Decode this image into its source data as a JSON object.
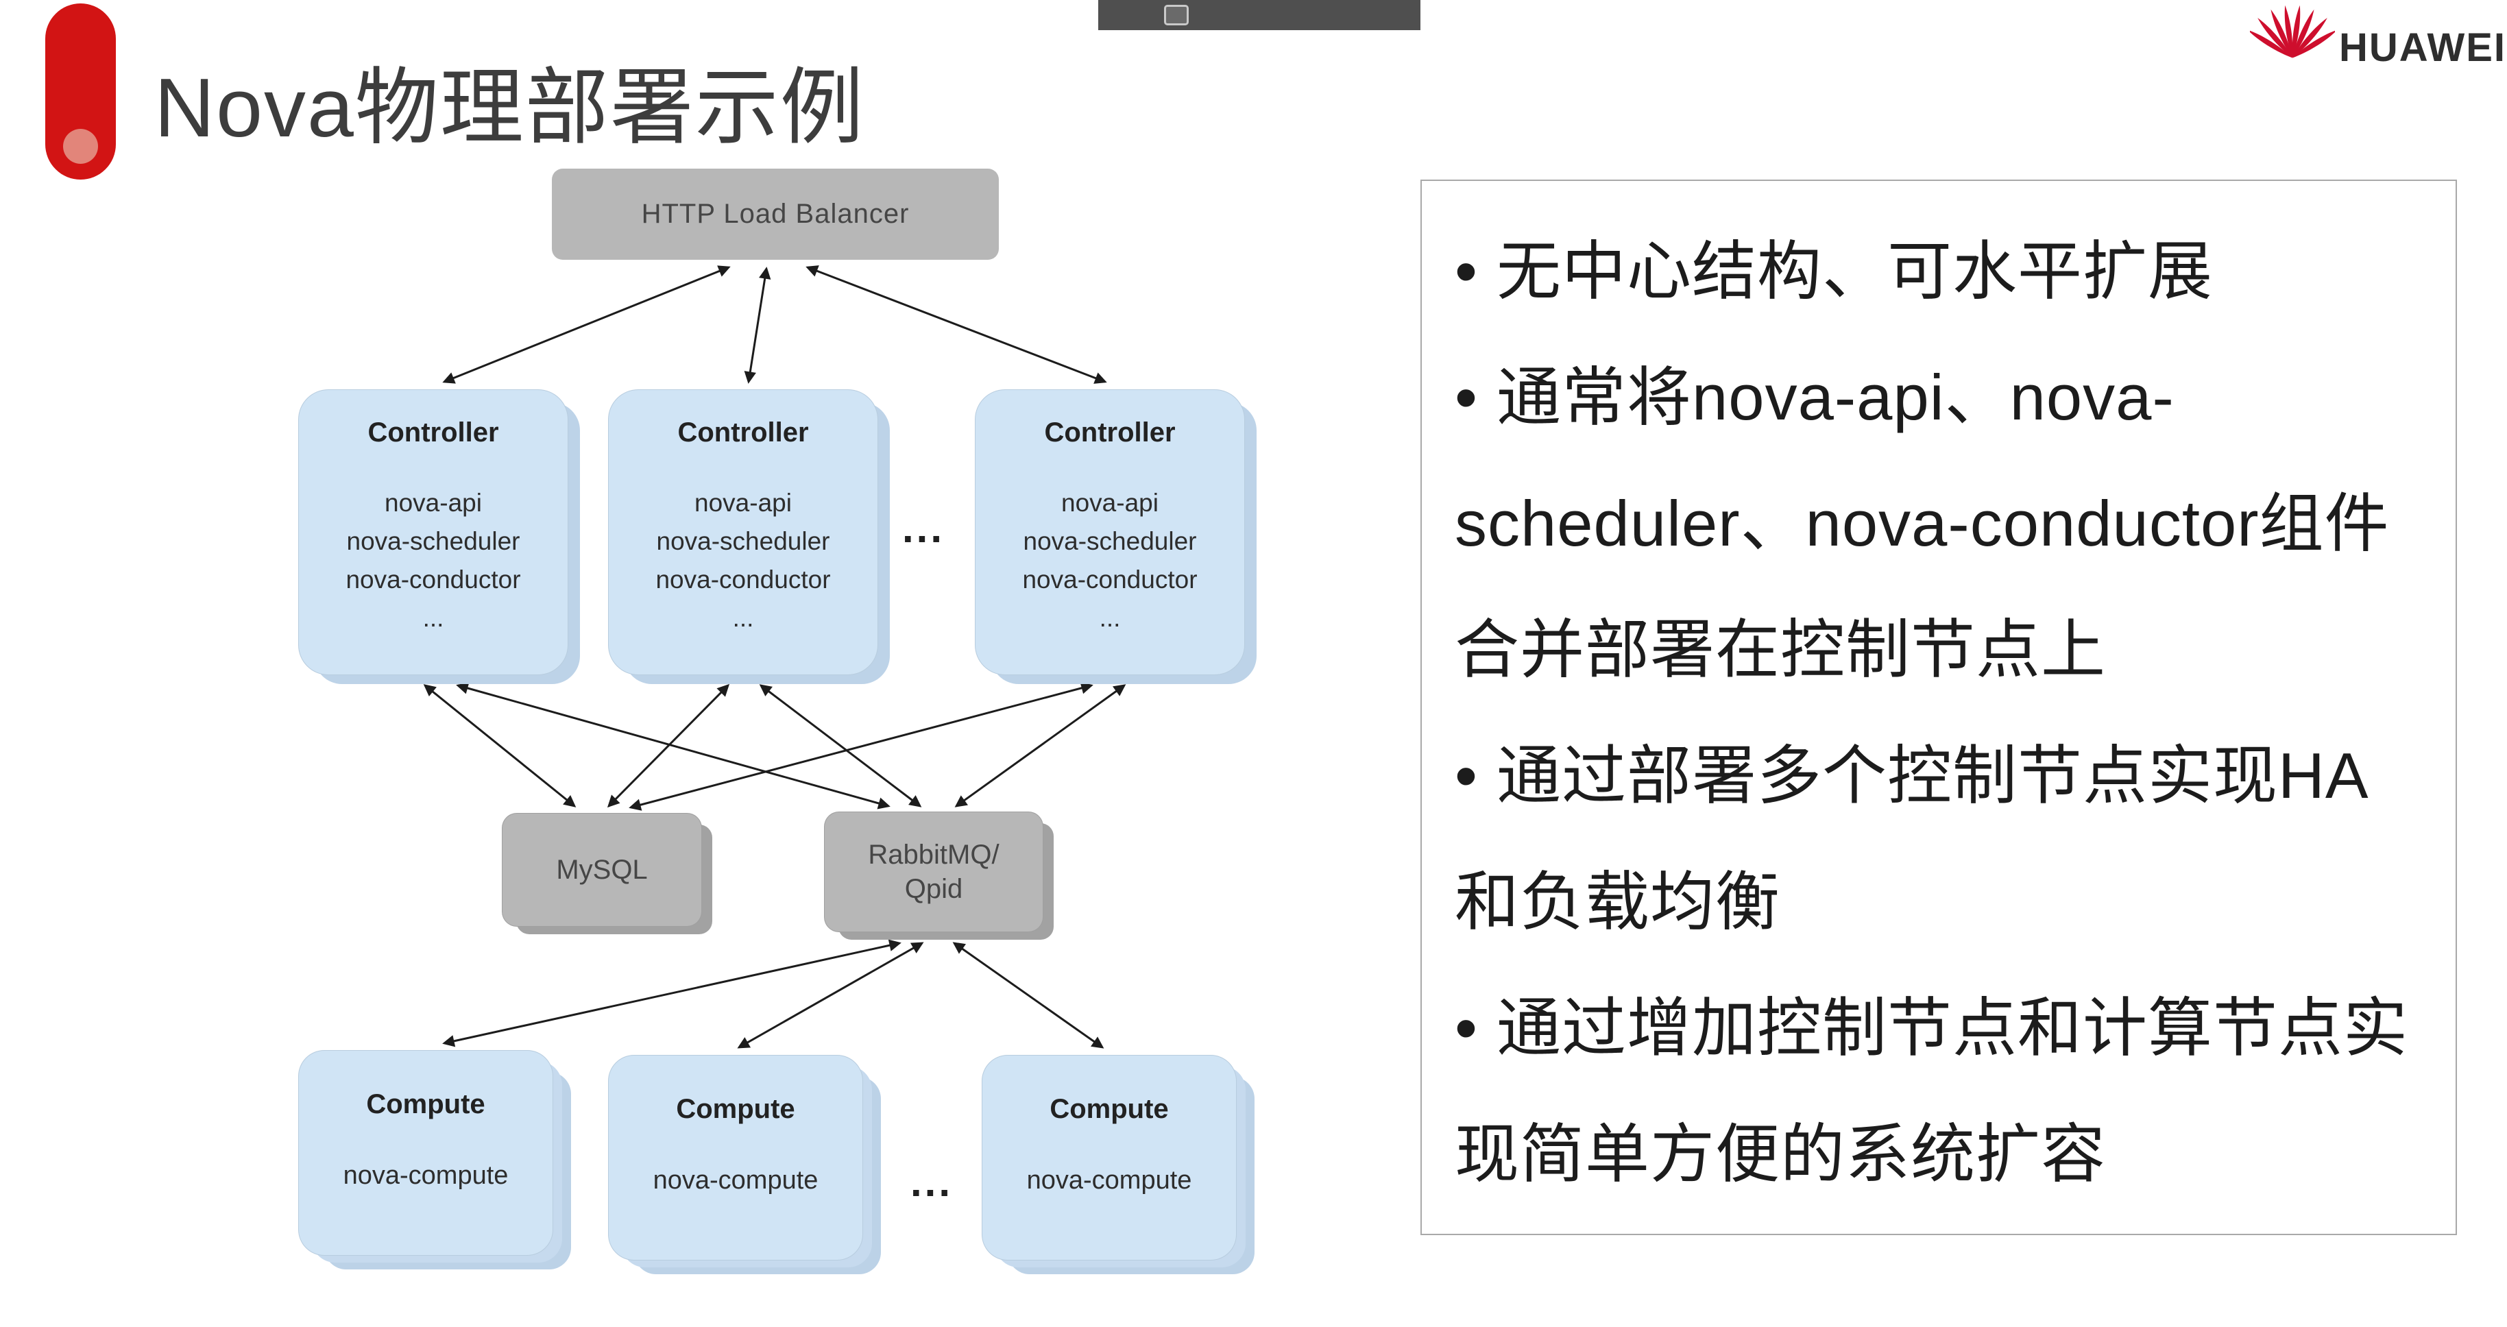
{
  "slide": {
    "title": "Nova物理部署示例",
    "logo_text": "HUAWEI"
  },
  "diagram": {
    "load_balancer": "HTTP Load Balancer",
    "controllers": [
      {
        "title": "Controller",
        "body": "nova-api\nnova-scheduler\nnova-conductor\n..."
      },
      {
        "title": "Controller",
        "body": "nova-api\nnova-scheduler\nnova-conductor\n..."
      },
      {
        "title": "Controller",
        "body": "nova-api\nnova-scheduler\nnova-conductor\n..."
      }
    ],
    "controller_ellipsis": "...",
    "mysql": "MySQL",
    "rabbitmq": "RabbitMQ/\nQpid",
    "computes": [
      {
        "title": "Compute",
        "body": "nova-compute"
      },
      {
        "title": "Compute",
        "body": "nova-compute"
      },
      {
        "title": "Compute",
        "body": "nova-compute"
      }
    ],
    "compute_ellipsis": "..."
  },
  "notes": {
    "bullets": [
      "• 无中心结构、可水平扩展",
      "• 通常将nova-api、nova-scheduler、nova-conductor组件合并部署在控制节点上",
      "• 通过部署多个控制节点实现HA和负载均衡",
      "• 通过增加控制节点和计算节点实现简单方便的系统扩容"
    ]
  },
  "colors": {
    "accent_red": "#d21414",
    "accent_dot": "#e2857a",
    "node_blue": "#d0e4f5",
    "node_gray": "#b7b7b7",
    "huawei_red": "#ce0e2d",
    "arrow": "#1c1c1c"
  }
}
